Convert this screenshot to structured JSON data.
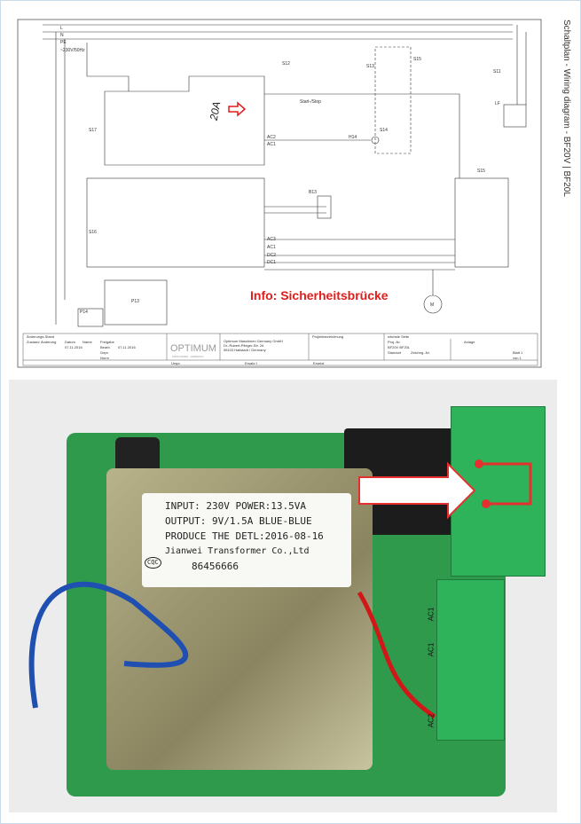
{
  "diagram": {
    "side_title": "Schaltplan - Wiring diagram - BF20V | BF20L",
    "supply": {
      "l": "L",
      "n": "N",
      "pe": "PE",
      "voltage": "~230V/50Hz"
    },
    "components": [
      "S17",
      "S16",
      "S12",
      "S13",
      "S15",
      "S14",
      "H14",
      "S11",
      "LF",
      "B13",
      "P14",
      "P13",
      "M",
      "S15"
    ],
    "start_stop": "Start-/Stop",
    "info": "Info: Sicherheitsbrücke",
    "terminals": [
      "AC2",
      "AC1",
      "AC3",
      "AC1",
      "DC2",
      "DC1"
    ],
    "handwriting": "20A",
    "title_block": {
      "revision_header": "Änderungs-Stand",
      "cols": [
        "Zustand",
        "Änderung",
        "Datum",
        "Name"
      ],
      "prepared": [
        "Freigabe",
        "Bearb.",
        "Gepr.",
        "Norm"
      ],
      "date": "07.11.2016",
      "logo": "OPTIMUM",
      "logo_sub": "MASCHINEN - GERMANY",
      "company": [
        "Optimum Maschinen Germany GmbH",
        "Dr.-Robert-Pfleger-Str. 26",
        "96103 Hallstadt / Germany"
      ],
      "project_label": "Projektbezeichnung",
      "next_page": "nächste Seite",
      "proj_nr": "Proj.-Nr.",
      "proj_value": "BF20V BF20L",
      "anlage": "Anlage",
      "standort": "Standort",
      "drawing_nr": "Zeichng.-Nr.",
      "sheet": "Blatt 1",
      "of": "von 1",
      "ursprung": "Urspr.",
      "ersatz": "Ersatz f.",
      "ersetzt": "Ersetzt"
    }
  },
  "photo": {
    "label_lines": [
      "INPUT: 230V POWER:13.5VA",
      "OUTPUT: 9V/1.5A BLUE-BLUE",
      "PRODUCE THE DETL:2016-08-16",
      "Jianwei Transformer Co.,Ltd",
      "86456666"
    ],
    "cqc": "CQC",
    "terminal_labels": [
      "AC1",
      "AC1",
      "AC2"
    ],
    "colors": {
      "pcb": "#2f9a4c",
      "terminal": "#2fb35a",
      "arrow": "#e53030",
      "wire_red": "#d01818",
      "wire_blue": "#1f4fb0"
    }
  }
}
